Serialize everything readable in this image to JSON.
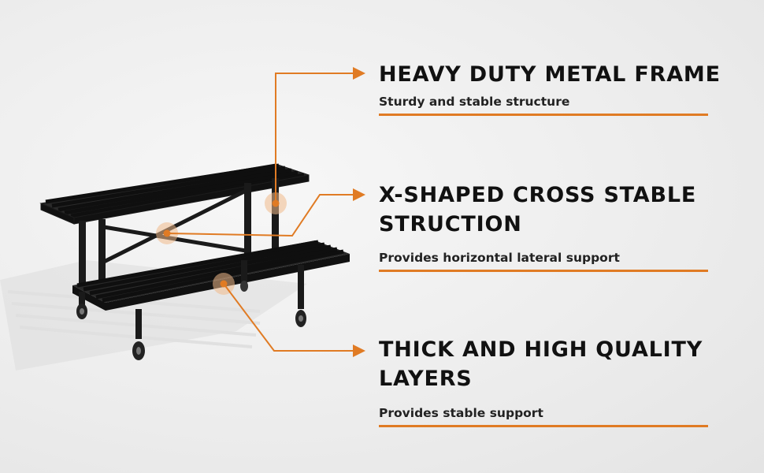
{
  "features": [
    {
      "title_lines": [
        "HEAVY DUTY METAL FRAME"
      ],
      "subtitle": "Sturdy and stable structure"
    },
    {
      "title_lines": [
        "X-SHAPED  CROSS STABLE",
        "STRUCTION"
      ],
      "subtitle": "Provides horizontal lateral support"
    },
    {
      "title_lines": [
        "THICK AND HIGH QUALITY",
        "LAYERS"
      ],
      "subtitle": "Provides stable support"
    }
  ],
  "colors": {
    "accent": "#e07b24",
    "frame": "#1c1c1c",
    "background": "#ececec"
  }
}
